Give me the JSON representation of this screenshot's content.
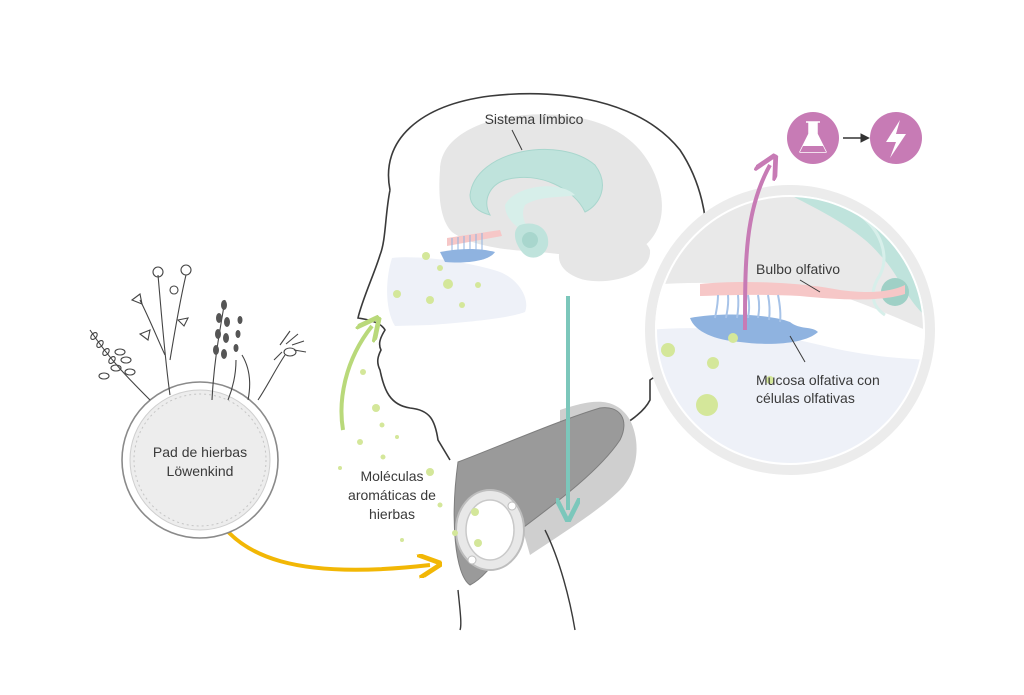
{
  "labels": {
    "limbic_system": "Sistema límbico",
    "olfactory_bulb": "Bulbo olfativo",
    "mucosa_line1": "Mucosa olfativa con",
    "mucosa_line2": "células olfativas",
    "pad_line1": "Pad de hierbas",
    "pad_line2": "Löwenkind",
    "molecules_line1": "Moléculas",
    "molecules_line2": "aromáticas de",
    "molecules_line3": "hierbas"
  },
  "icons": {
    "chemistry": "flask-icon",
    "energy": "lightning-icon",
    "flow": "arrow-right-icon"
  },
  "colors": {
    "outline": "#3a3a3a",
    "brain_gray": "#e6e6e6",
    "limbic_teal": "#bfe3dc",
    "teal_arrow": "#7cc7bb",
    "molecule_green": "#d4e79a",
    "up_arrow_green": "#b9d97a",
    "pad_arrow_yellow": "#f2b705",
    "bulb_pink": "#f6c7c7",
    "mucosa_blue": "#8fb3e0",
    "magenta": "#c77bb5",
    "collar_gray": "#9a9a9a",
    "device_gray": "#d8d8d8"
  }
}
